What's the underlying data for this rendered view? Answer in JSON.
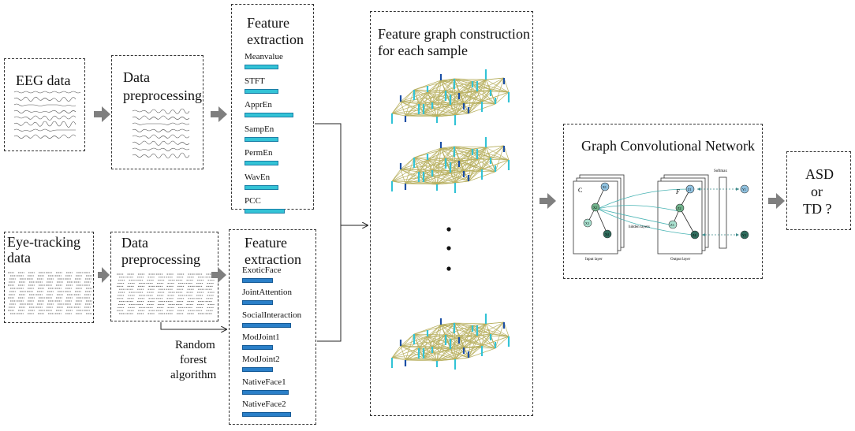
{
  "eeg": {
    "title": "EEG data"
  },
  "eeg_pre": {
    "title_line1": "Data",
    "title_line2": "preprocessing"
  },
  "eeg_feat": {
    "title_line1": "Feature",
    "title_line2": "extraction",
    "features": [
      "Meanvalue",
      "STFT",
      "ApprEn",
      "SampEn",
      "PermEn",
      "WavEn",
      "PCC"
    ],
    "bar_fill": [
      0.55,
      0.55,
      0.8,
      0.55,
      0.55,
      0.55,
      0.65
    ]
  },
  "eye": {
    "title_line1": "Eye-tracking",
    "title_line2": "data"
  },
  "eye_pre": {
    "title_line1": "Data",
    "title_line2": "preprocessing"
  },
  "eye_feat": {
    "title_line1": "Feature",
    "title_line2": "extraction",
    "features": [
      "ExoticFace",
      "JointAttention",
      "SocialInteraction",
      "ModJoint1",
      "ModJoint2",
      "NativeFace1",
      "NativeFace2"
    ],
    "bar_fill": [
      0.5,
      0.5,
      0.8,
      0.5,
      0.5,
      0.75,
      0.8
    ]
  },
  "rf": {
    "line1": "Random",
    "line2": "forest",
    "line3": "algorithm"
  },
  "graph": {
    "title_line1": "Feature graph construction",
    "title_line2": "for each sample"
  },
  "gcn": {
    "title": "Graph Convolutional Network",
    "input_label": "Input layer",
    "hidden_label": "hidden layers",
    "output_label": "Output layer",
    "softmax_label": "Softmax",
    "c_label": "C",
    "f_label": "F",
    "x_labels": [
      "X1",
      "X2",
      "X3",
      "X4"
    ],
    "z_labels": [
      "Z1",
      "Z2",
      "Z3",
      "Z4"
    ],
    "y_labels": [
      "Y1",
      "Y2"
    ]
  },
  "result": {
    "line1": "ASD",
    "line2": "or",
    "line3": "TD ?"
  },
  "colors": {
    "cyan_bar": "#33c3d6",
    "blue_bar": "#2a7fc8",
    "arrow_gray": "#7f7f7f",
    "graph_edge": "#b8b060"
  }
}
